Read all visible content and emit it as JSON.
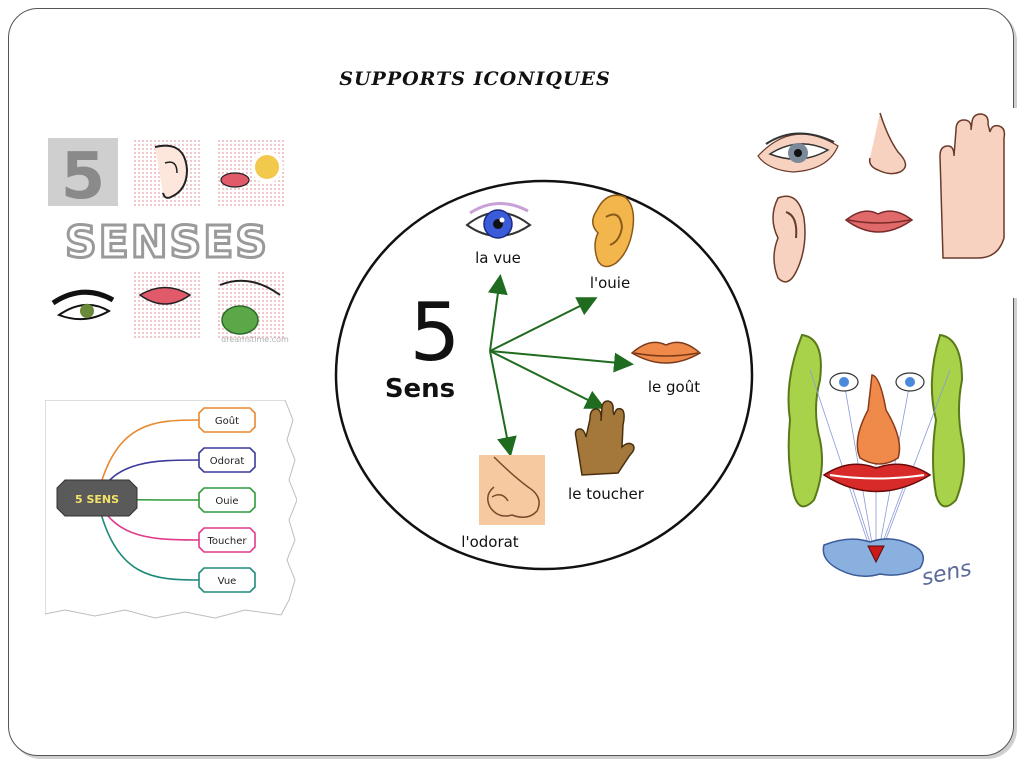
{
  "slide": {
    "title": "SUPPORTS  ICONIQUES"
  },
  "senses_logo": {
    "number": "5",
    "word": "SENSES",
    "watermark": "dreamstime.com"
  },
  "mindmap": {
    "center": "5 SENS",
    "branches": [
      "Goût",
      "Odorat",
      "Ouie",
      "Toucher",
      "Vue"
    ],
    "branch_colors": [
      "#e8892f",
      "#3a3a9a",
      "#2f9a3a",
      "#e03a8a",
      "#1f8a7a"
    ]
  },
  "circle": {
    "number": "5",
    "heading": "Sens",
    "labels": {
      "vue": "la vue",
      "ouie": "l'ouie",
      "gout": "le goût",
      "toucher": "le toucher",
      "odorat": "l'odorat"
    },
    "arrow_color": "#1f6b1f"
  },
  "face_art": {
    "signature": "sens"
  },
  "icons": [
    "eye-icon",
    "ear-icon",
    "lips-icon",
    "hand-icon",
    "nose-icon"
  ]
}
